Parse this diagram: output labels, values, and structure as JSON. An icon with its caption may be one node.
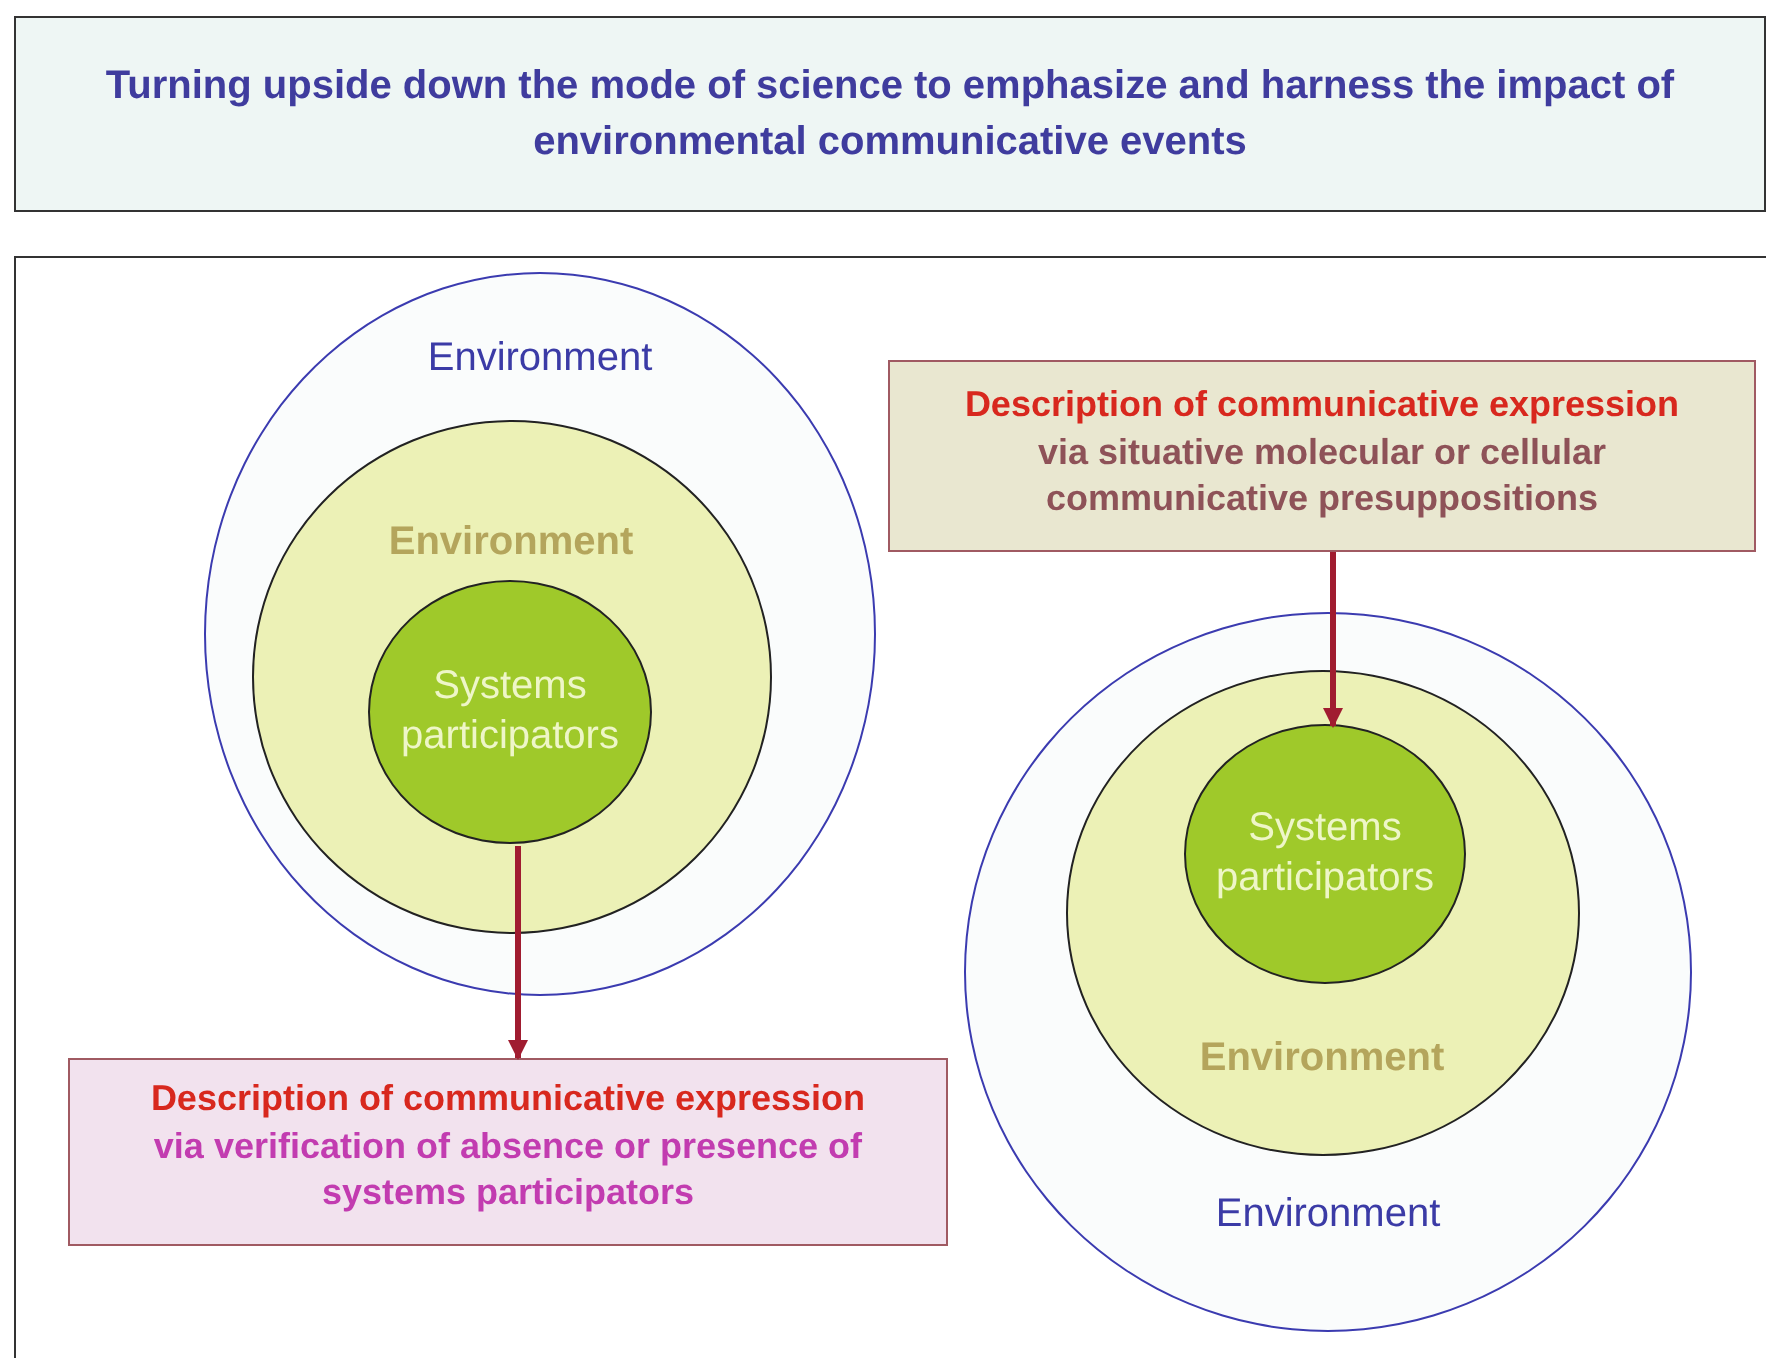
{
  "diagram": {
    "title": "Turning upside down the mode of science to emphasize and harness the impact of environmental communicative events",
    "nodes": [
      {
        "text": [
          "Environment"
        ]
      },
      {
        "text": [
          "Environment"
        ],
        "in": 0
      },
      {
        "text": [
          "Systems participators"
        ],
        "in": 1
      },
      {
        "text": [
          "Description of communicative expression",
          "via verification of absence or presence of systems participators"
        ]
      },
      {
        "text": [
          "Description of communicative expression",
          "via situative molecular or cellular communicative presuppositions"
        ]
      },
      {
        "text": [
          "Environment"
        ]
      },
      {
        "text": [
          "Environment"
        ],
        "in": 5
      },
      {
        "text": [
          "Systems participators"
        ],
        "in": 6
      }
    ],
    "edges": [
      {
        "from": 2,
        "to": 3,
        "arrow": "to"
      },
      {
        "from": 4,
        "to": 7,
        "arrow": "to"
      }
    ]
  }
}
